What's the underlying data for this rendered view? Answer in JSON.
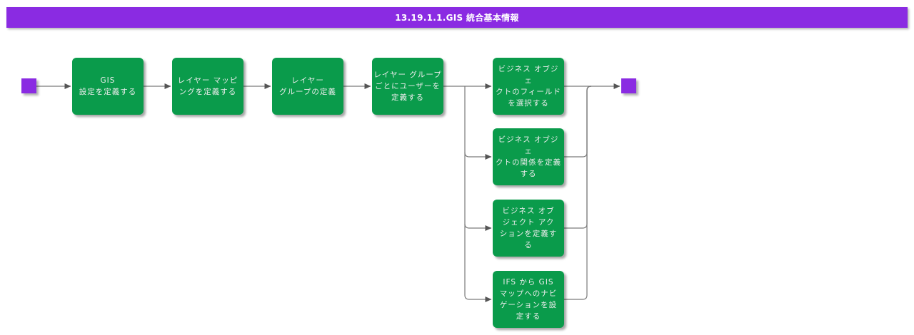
{
  "title": "13.19.1.1.GIS 統合基本情報",
  "colors": {
    "accent_purple": "#8A2BE2",
    "task_green": "#0A9B4B",
    "connector_gray": "#7A7A7A",
    "arrowhead_gray": "#555555",
    "task_text": "#EDEDED",
    "title_text": "#FFFFFF",
    "background": "#FFFFFF"
  },
  "flow": {
    "start_node": "start",
    "end_node": "end",
    "tasks": [
      {
        "id": "define-gis-settings",
        "label": "GIS\n設定を定義する"
      },
      {
        "id": "define-layer-mapping",
        "label": "レイヤー マッピ\nングを定義する"
      },
      {
        "id": "define-layer-group",
        "label": "レイヤー\nグループの定義"
      },
      {
        "id": "define-users-per-layer-group",
        "label": "レイヤー グループ\nごとにユーザーを\n定義する"
      },
      {
        "id": "select-business-object-fields",
        "label": "ビジネス オブジェ\nクトのフィールド\nを選択する"
      },
      {
        "id": "define-business-object-relations",
        "label": "ビジネス オブジェ\nクトの関係を定義\nする"
      },
      {
        "id": "define-business-object-actions",
        "label": "ビジネス オブ\nジェクト アク\nションを定義す る"
      },
      {
        "id": "setup-ifs-to-gis-map-navigation",
        "label": "IFS から GIS\nマップへのナビ\nゲーションを設\n定する"
      }
    ]
  }
}
